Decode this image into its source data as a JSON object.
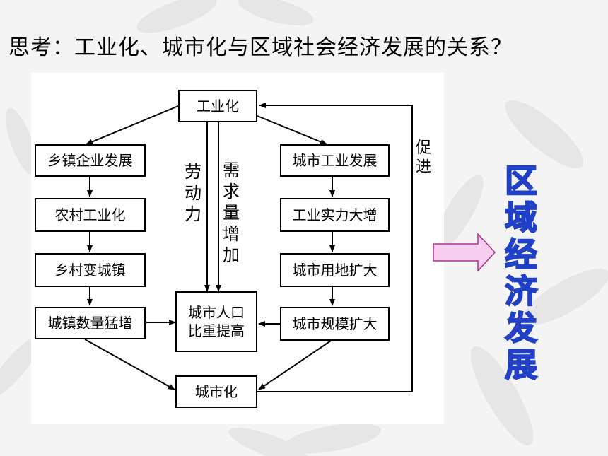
{
  "title": "思考：工业化、城市化与区域社会经济发展的关系？",
  "diagram": {
    "top": "工业化",
    "bottom": "城市化",
    "center": "城市人口比重提高",
    "center_line1": "城市人口",
    "center_line2": "比重提高",
    "left_chain": [
      "乡镇企业发展",
      "农村工业化",
      "乡村变城镇",
      "城镇数量猛增"
    ],
    "right_chain": [
      "城市工业发展",
      "工业实力大增",
      "城市用地扩大",
      "城市规模扩大"
    ],
    "label_labor": "劳动力",
    "label_demand": "需求量增加",
    "label_promote": "促进"
  },
  "result": "区域经济发展",
  "colors": {
    "arrow_fill": "#f7cdf0",
    "arrow_stroke": "#b0308f",
    "result_fill": "#d21d6c",
    "result_outline": "#2040c8"
  }
}
